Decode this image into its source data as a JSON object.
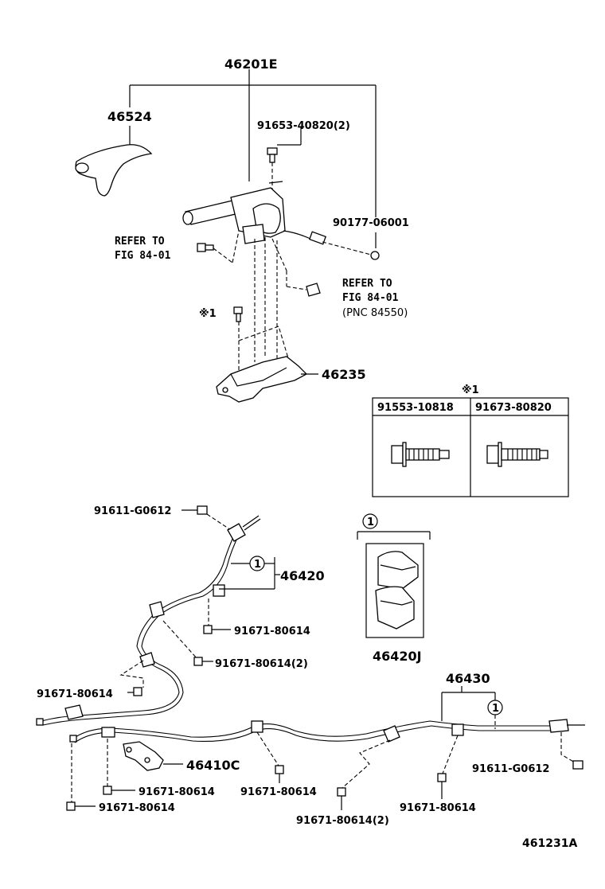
{
  "diagram_id": "461231A",
  "notes": {
    "star_mark": "※1"
  },
  "labels": {
    "p46201E": "46201E",
    "p46524": "46524",
    "p91653": "91653-40820(2)",
    "p90177": "90177-06001",
    "refer1_line1": "REFER TO",
    "refer1_line2": "FIG 84-01",
    "refer2_line1": "REFER TO",
    "refer2_line2": "FIG 84-01",
    "refer2_line3": "(PNC 84550)",
    "p46235": "46235",
    "star_bolt": "※1",
    "p91611_top": "91611-G0612",
    "p46420": "46420",
    "p91671_a": "91671-80614",
    "p91671_b": "91671-80614(2)",
    "p91671_c": "91671-80614",
    "p46420J": "46420J",
    "callout1": "1",
    "callout2": "1",
    "callout3": "1",
    "p46430": "46430",
    "p91611_right": "91611-G0612",
    "p46410C": "46410C",
    "p91671_d": "91671-80614",
    "p91671_e": "91671-80614",
    "p91671_f": "91671-80614",
    "p91671_g": "91671-80614(2)",
    "p91671_h": "91671-80614"
  },
  "bolt_table": {
    "title": "※1",
    "headers": [
      "91553-10818",
      "91673-80820"
    ]
  }
}
